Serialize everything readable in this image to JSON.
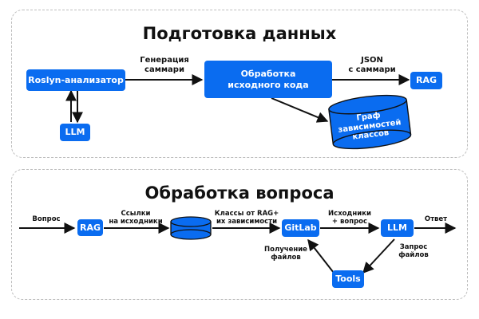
{
  "top": {
    "title": "Подготовка данных",
    "roslyn": "Roslyn-анализатор",
    "llm": "LLM",
    "processing": "Обработка\nисходного кода",
    "rag": "RAG",
    "graph": "Граф\nзависимостей\nклассов",
    "label_summary": "Генерация\nсаммари",
    "label_json": "JSON\nс саммари"
  },
  "bottom": {
    "title": "Обработка вопроса",
    "label_question": "Вопрос",
    "rag": "RAG",
    "label_links": "Ссылки\nна исходники",
    "label_classes": "Классы от RAG+\nих зависимости",
    "gitlab": "GitLab",
    "label_sources": "Исходники\n+ вопрос",
    "llm": "LLM",
    "label_answer": "Ответ",
    "tools": "Tools",
    "label_get_files": "Получение\nфайлов",
    "label_request_files": "Запрос\nфайлов"
  },
  "colors": {
    "accent": "#0a6cf0",
    "text": "#111111",
    "border": "#bdbdbd"
  }
}
